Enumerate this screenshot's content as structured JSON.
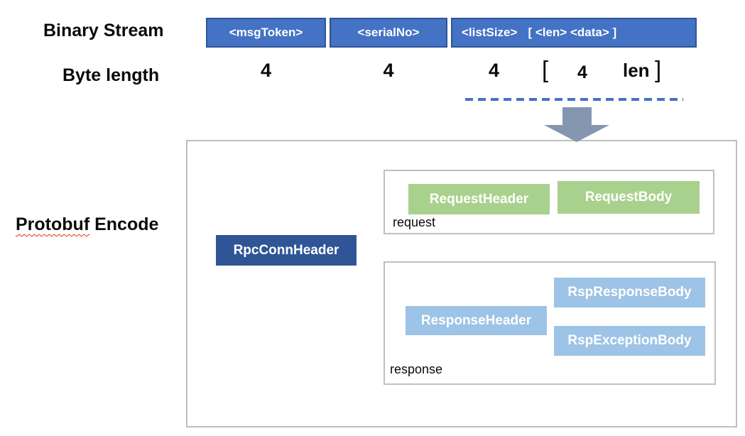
{
  "labels": {
    "binary_stream": "Binary Stream",
    "byte_length": "Byte length",
    "protobuf": "Protobuf",
    "encode": "Encode",
    "request": "request",
    "response": "response"
  },
  "stream": {
    "msg_token": "<msgToken>",
    "serial_no": "<serialNo>",
    "list_size": "<listSize>",
    "list_detail": "[ <len> <data> ]"
  },
  "byte_lengths": {
    "msg_token": "4",
    "serial_no": "4",
    "list_size": "4",
    "bracket_open": "[",
    "len_bytes": "4",
    "len": "len",
    "bracket_close": "]"
  },
  "encode": {
    "rpc_conn_header": "RpcConnHeader",
    "request_header": "RequestHeader",
    "request_body": "RequestBody",
    "response_header": "ResponseHeader",
    "rsp_response_body": "RspResponseBody",
    "rsp_exception_body": "RspExceptionBody"
  },
  "colors": {
    "stream_box_fill": "#4472C4",
    "stream_box_border": "#2F5597",
    "rpc_conn_header_fill": "#2F5597",
    "request_box_fill": "#A9D18E",
    "response_box_fill": "#9DC3E6",
    "arrow": "#8496B0",
    "dashed_line": "#4472C4",
    "container_border": "#BFBFBF",
    "spellcheck_underline": "#E0320F"
  }
}
